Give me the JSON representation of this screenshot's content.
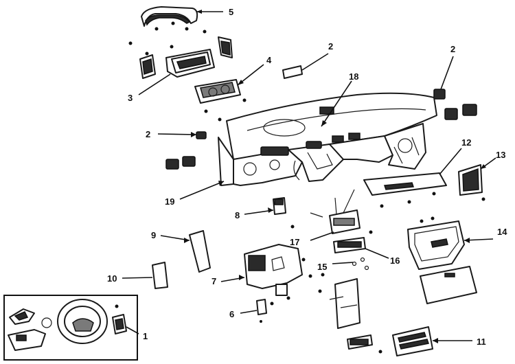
{
  "callouts": {
    "c1": "1",
    "c2a": "2",
    "c2b": "2",
    "c2c": "2",
    "c3": "3",
    "c4": "4",
    "c5": "5",
    "c6": "6",
    "c7": "7",
    "c8": "8",
    "c9": "9",
    "c10": "10",
    "c11": "11",
    "c12": "12",
    "c13": "13",
    "c14": "14",
    "c15": "15",
    "c16": "16",
    "c17": "17",
    "c18": "18",
    "c19": "19"
  }
}
